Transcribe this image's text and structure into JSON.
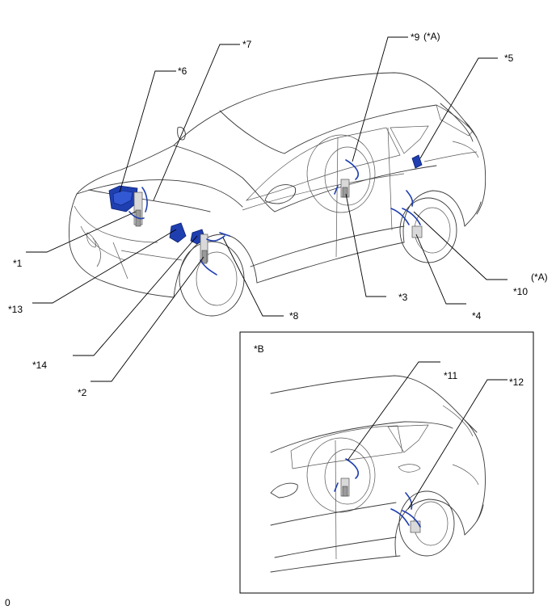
{
  "labels": {
    "c1": "*1",
    "c2": "*2",
    "c3": "*3",
    "c4": "*4",
    "c5": "*5",
    "c6": "*6",
    "c7": "*7",
    "c8": "*8",
    "c9": "*9",
    "c9_suffix": "(*A)",
    "c10": "*10",
    "c10_suffix": "(*A)",
    "c11": "*11",
    "c12": "*12",
    "c13": "*13",
    "c14": "*14",
    "inset": "*B"
  },
  "footer": {
    "code": "0"
  },
  "colors": {
    "part": "#1f3fb0",
    "outline": "#3a3a3a",
    "leader": "#000000"
  }
}
